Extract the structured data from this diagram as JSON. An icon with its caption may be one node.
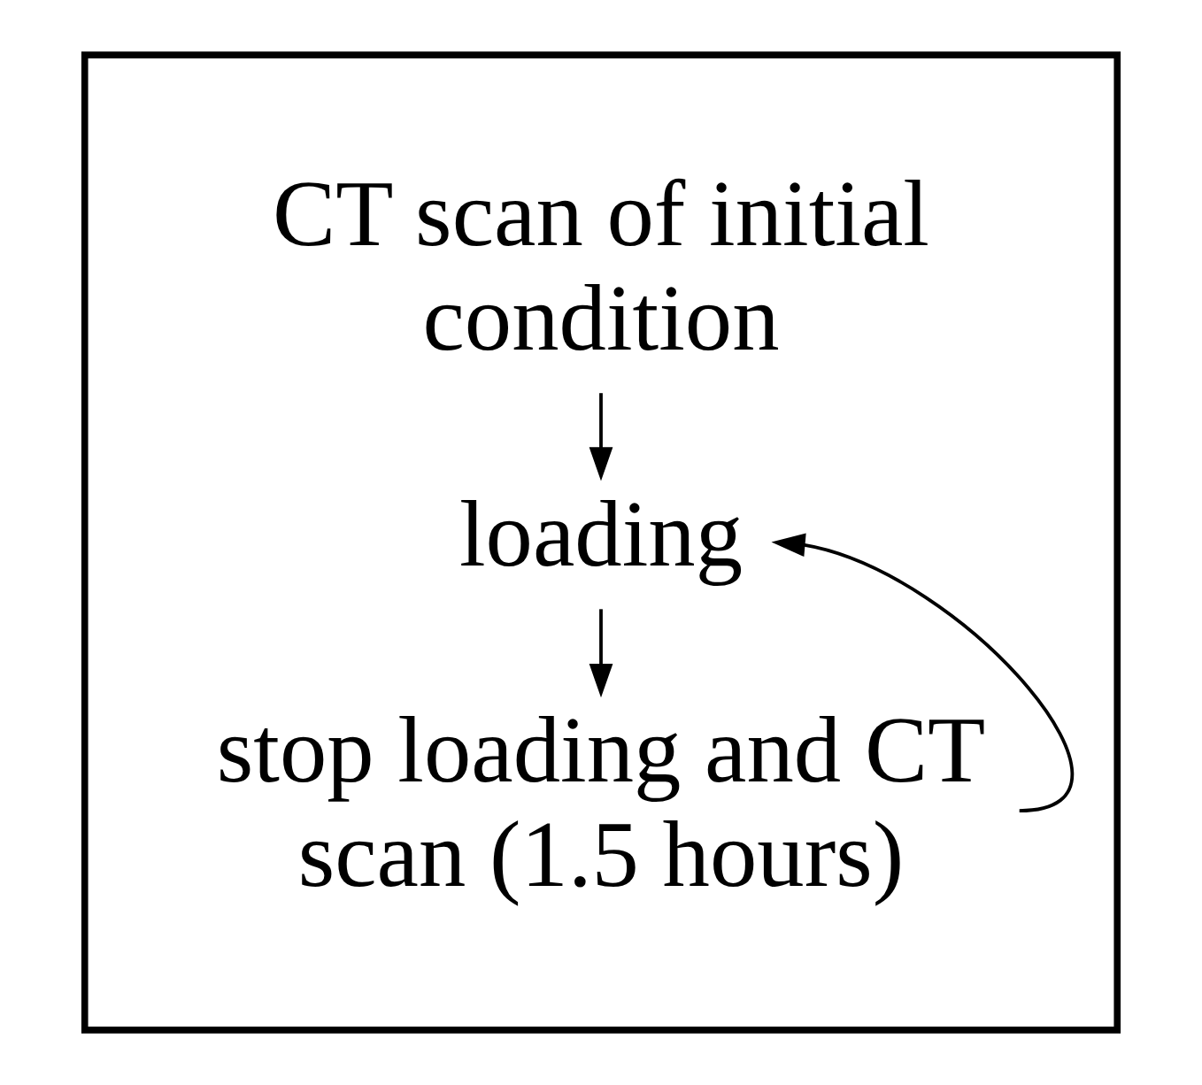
{
  "diagram": {
    "nodes": [
      {
        "text": [],
        "shape": "box"
      },
      {
        "text": [
          "CT scan of initial condition"
        ],
        "in": 0
      },
      {
        "text": [
          "loading"
        ],
        "in": 0
      },
      {
        "text": [
          "stop loading and CT scan (1.5 hours)"
        ],
        "in": 0
      }
    ],
    "edges": [
      {
        "from": 1,
        "to": 2,
        "arrow": "to"
      },
      {
        "from": 2,
        "to": 3,
        "arrow": "to"
      },
      {
        "from": 3,
        "to": 2,
        "arrow": "to"
      }
    ]
  }
}
